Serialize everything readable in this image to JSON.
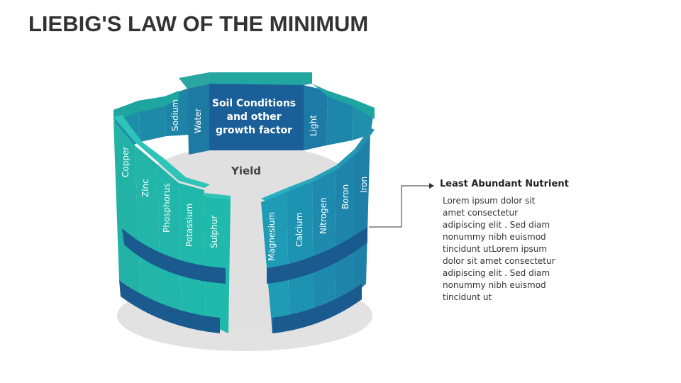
{
  "title": "LIEBIG'S LAW OF THE MINIMUM",
  "center_label": [
    "Soil Conditions",
    "and other",
    "growth factor"
  ],
  "yield_label": "Yield",
  "staves": {
    "back_left": [
      "Sodium",
      "Water"
    ],
    "back_right": [
      "Light"
    ],
    "front_left": [
      "Copper",
      "Zinc",
      "Phosphorus",
      "Potassium",
      "Sulphur"
    ],
    "front_right": [
      "Magnesium",
      "Calcium",
      "Nitrogen",
      "Boron",
      "Iron"
    ]
  },
  "callout": {
    "title": "Least Abundant Nutrient",
    "body_lines": [
      "Lorem ipsum dolor sit",
      "amet consectetur",
      "adipiscing elit . Sed diam",
      "nonummy nibh euismod",
      "tincidunt utLorem ipsum",
      "dolor sit amet consectetur",
      "adipiscing elit . Sed diam",
      "nonummy nibh euismod",
      "tincidunt ut"
    ]
  },
  "colors": {
    "teal": "#22b3a8",
    "teal_dark": "#179a92",
    "blue": "#1f8ab0",
    "navy": "#1a6096",
    "hoop": "#1b5a8f",
    "shadow": "#e2e2e2"
  }
}
